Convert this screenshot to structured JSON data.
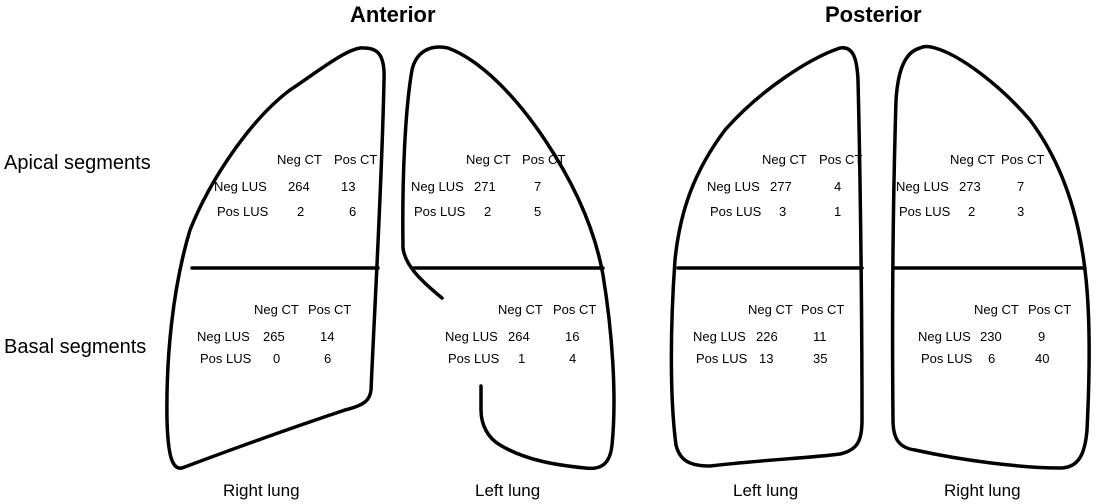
{
  "titles": {
    "anterior": "Anterior",
    "posterior": "Posterior"
  },
  "row_labels": {
    "apical": "Apical segments",
    "basal": "Basal segments"
  },
  "lung_labels": {
    "anterior_right": "Right lung",
    "anterior_left": "Left lung",
    "posterior_left": "Left lung",
    "posterior_right": "Right lung"
  },
  "table_headers": {
    "neg_ct": "Neg CT",
    "pos_ct": "Pos CT",
    "neg_lus": "Neg LUS",
    "pos_lus": "Pos LUS"
  },
  "tables": {
    "anterior_right_apical": {
      "neg_lus": [
        "264",
        "13"
      ],
      "pos_lus": [
        "2",
        "6"
      ]
    },
    "anterior_left_apical": {
      "neg_lus": [
        "271",
        "7"
      ],
      "pos_lus": [
        "2",
        "5"
      ]
    },
    "posterior_left_apical": {
      "neg_lus": [
        "277",
        "4"
      ],
      "pos_lus": [
        "3",
        "1"
      ]
    },
    "posterior_right_apical": {
      "neg_lus": [
        "273",
        "7"
      ],
      "pos_lus": [
        "2",
        "3"
      ]
    },
    "anterior_right_basal": {
      "neg_lus": [
        "265",
        "14"
      ],
      "pos_lus": [
        "0",
        "6"
      ]
    },
    "anterior_left_basal": {
      "neg_lus": [
        "264",
        "16"
      ],
      "pos_lus": [
        "1",
        "4"
      ]
    },
    "posterior_left_basal": {
      "neg_lus": [
        "226",
        "11"
      ],
      "pos_lus": [
        "13",
        "35"
      ]
    },
    "posterior_right_basal": {
      "neg_lus": [
        "230",
        "9"
      ],
      "pos_lus": [
        "6",
        "40"
      ]
    }
  }
}
